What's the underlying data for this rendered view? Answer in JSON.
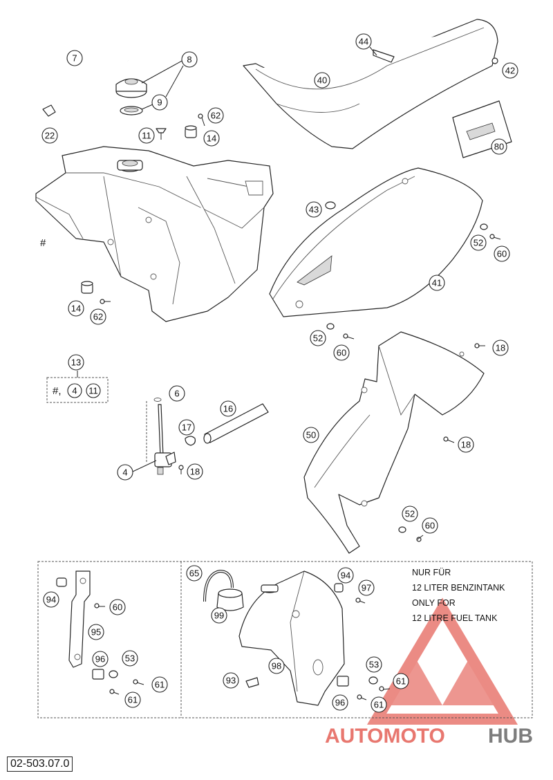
{
  "callouts": [
    {
      "label": "7"
    },
    {
      "label": "8"
    },
    {
      "label": "9"
    },
    {
      "label": "22"
    },
    {
      "label": "62"
    },
    {
      "label": "11"
    },
    {
      "label": "14"
    },
    {
      "label": "14"
    },
    {
      "label": "62"
    },
    {
      "label": "44"
    },
    {
      "label": "40"
    },
    {
      "label": "42"
    },
    {
      "label": "80"
    },
    {
      "label": "43"
    },
    {
      "label": "52"
    },
    {
      "label": "60"
    },
    {
      "label": "41"
    },
    {
      "label": "52"
    },
    {
      "label": "60"
    },
    {
      "label": "18"
    },
    {
      "label": "13"
    },
    {
      "label": "6"
    },
    {
      "label": "16"
    },
    {
      "label": "17"
    },
    {
      "label": "4"
    },
    {
      "label": "18"
    },
    {
      "label": "50"
    },
    {
      "label": "18"
    },
    {
      "label": "52"
    },
    {
      "label": "60"
    },
    {
      "label": "94"
    },
    {
      "label": "60"
    },
    {
      "label": "95"
    },
    {
      "label": "96"
    },
    {
      "label": "53"
    },
    {
      "label": "61"
    },
    {
      "label": "61"
    },
    {
      "label": "65"
    },
    {
      "label": "99"
    },
    {
      "label": "94"
    },
    {
      "label": "97"
    },
    {
      "label": "98"
    },
    {
      "label": "93"
    },
    {
      "label": "53"
    },
    {
      "label": "61"
    },
    {
      "label": "96"
    },
    {
      "label": "61"
    }
  ],
  "markers": {
    "tank_hash": "#",
    "kit_prefix": "#,",
    "kit_item_a": "4",
    "kit_item_b": "11"
  },
  "note_lines": [
    "NUR FÜR",
    "12 LITER BENZINTANK",
    "ONLY FOR",
    "12 LITRE FUEL TANK"
  ],
  "reference_code": "02-503.07.0",
  "watermark": {
    "part1": "AUTOMOTO",
    "part2": "HUB",
    "color_primary": "#e8776f",
    "color_secondary": "#7d7d7d"
  }
}
